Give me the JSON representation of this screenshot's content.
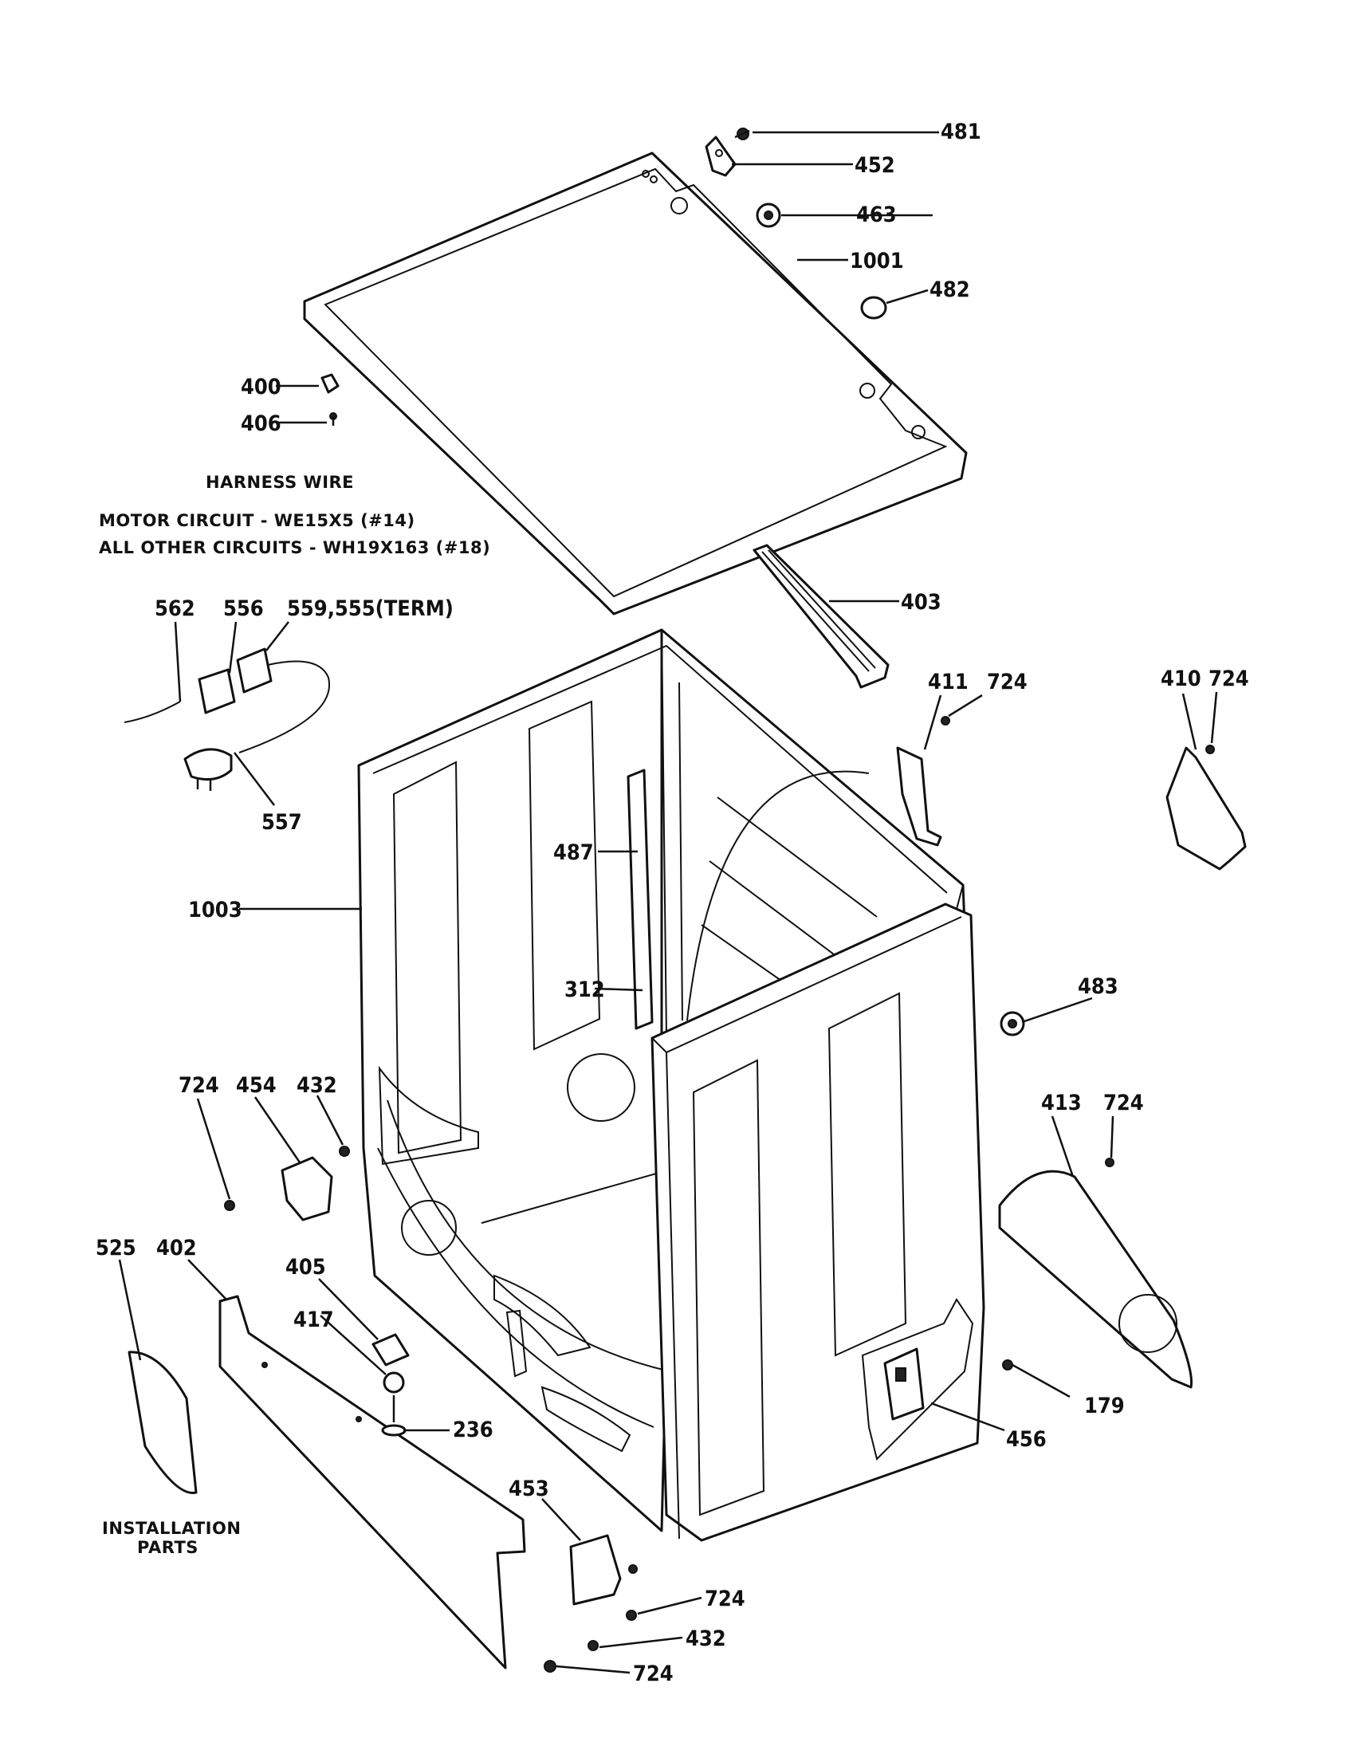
{
  "notes": {
    "harness_title": "HARNESS WIRE",
    "motor_circuit": "MOTOR CIRCUIT - WE15X5 (#14)",
    "other_circuits": "ALL OTHER CIRCUITS - WH19X163 (#18)",
    "installation_line1": "INSTALLATION",
    "installation_line2": "PARTS"
  },
  "callouts": {
    "c481": "481",
    "c452": "452",
    "c463": "463",
    "c1001": "1001",
    "c482": "482",
    "c400": "400",
    "c406": "406",
    "c403": "403",
    "c562": "562",
    "c556": "556",
    "c559": "559,555(TERM)",
    "c557": "557",
    "c411": "411",
    "c724a": "724",
    "c410": "410",
    "c724b": "724",
    "c487": "487",
    "c1003": "1003",
    "c312": "312",
    "c483": "483",
    "c724c": "724",
    "c454": "454",
    "c432a": "432",
    "c413": "413",
    "c724d": "724",
    "c525": "525",
    "c402": "402",
    "c405": "405",
    "c417": "417",
    "c236": "236",
    "c179": "179",
    "c456": "456",
    "c453": "453",
    "c724e": "724",
    "c432b": "432",
    "c724f": "724"
  }
}
